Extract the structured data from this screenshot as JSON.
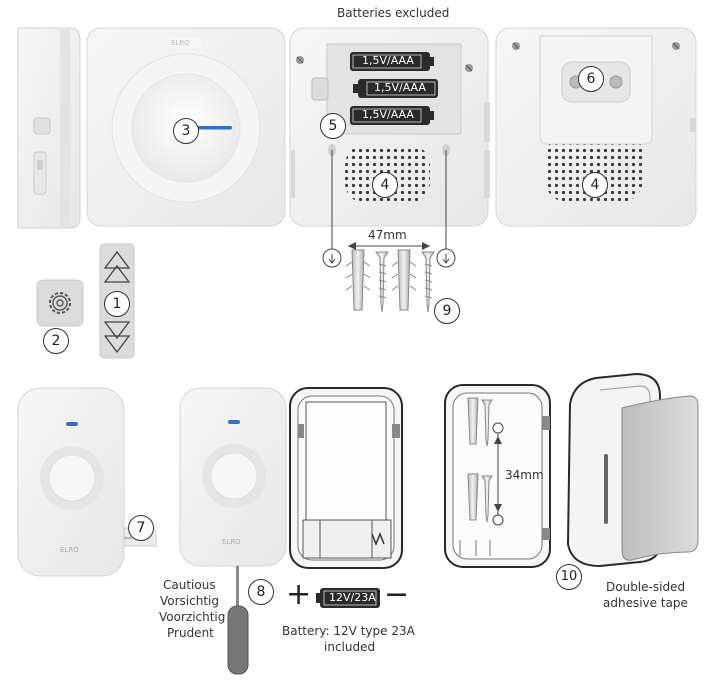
{
  "labels": {
    "batteries_excluded": "Batteries excluded",
    "battery_type": "1,5V/AAA",
    "distance_47": "47mm",
    "distance_34": "34mm",
    "battery_12v": "12V/23A",
    "plus": "+",
    "minus": "−",
    "battery_caption_line1": "Battery: 12V type 23A",
    "battery_caption_line2": "included",
    "adhesive_line1": "Double-sided",
    "adhesive_line2": "adhesive tape",
    "caution_lines": [
      "Cautious",
      "Vorsichtig",
      "Voorzichtig",
      "Prudent"
    ],
    "brand": "ELRO"
  },
  "callouts": [
    "1",
    "2",
    "3",
    "4",
    "4",
    "5",
    "6",
    "7",
    "8",
    "9",
    "10"
  ],
  "colors": {
    "device_body": "#f1f1f1",
    "device_edge": "#d6d6d6",
    "led_blue": "#2d6fd1",
    "battery_dark": "#2a2a2a",
    "speaker_hole": "#3b3b3b"
  },
  "icons": [
    "gear-icon",
    "arrow-up-icon",
    "arrow-down-icon",
    "screwdriver-icon",
    "keyhole-slot-icon",
    "screw-icon",
    "wall-plug-icon"
  ]
}
